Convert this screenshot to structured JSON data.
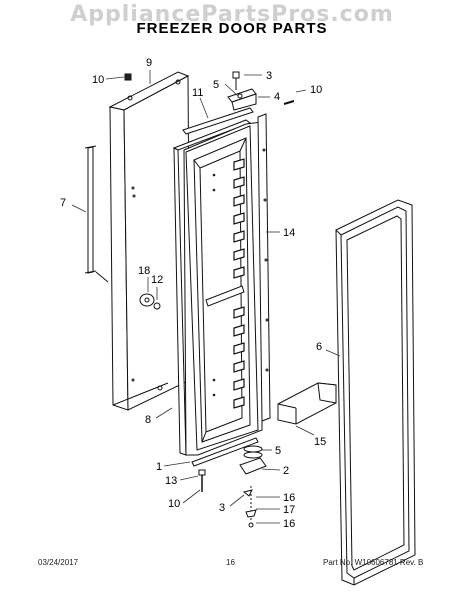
{
  "watermark": "AppliancePartsPros.com",
  "title": "FREEZER DOOR PARTS",
  "footer": {
    "date": "03/24/2017",
    "page": "16",
    "part_info": "Part No.  W10606781  Rev.  B"
  },
  "callouts": [
    "9",
    "10",
    "3",
    "5",
    "4",
    "10",
    "11",
    "7",
    "14",
    "18",
    "12",
    "6",
    "8",
    "5",
    "1",
    "2",
    "13",
    "15",
    "10",
    "3",
    "16",
    "17",
    "16"
  ]
}
